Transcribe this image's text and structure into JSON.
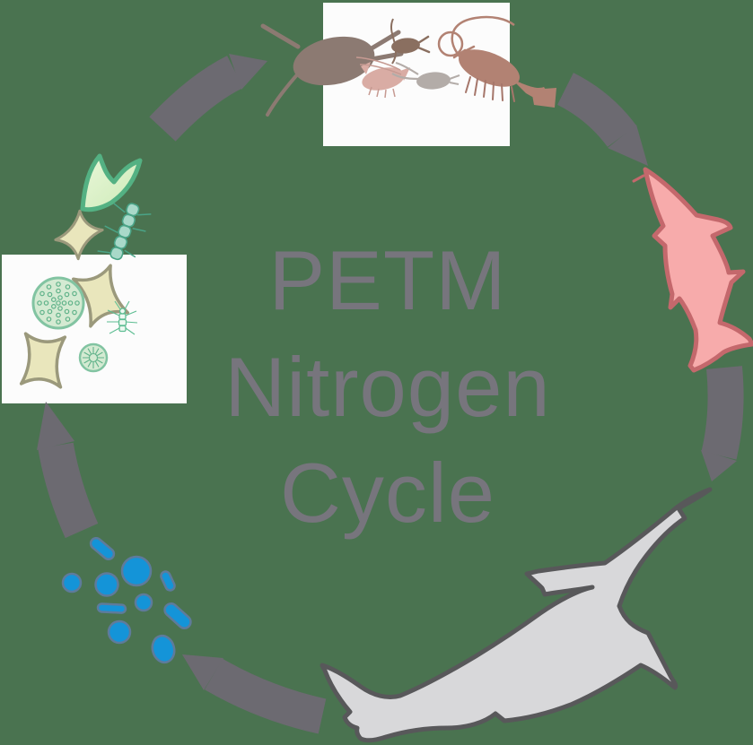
{
  "figure": {
    "type": "cycle-diagram",
    "title": {
      "lines": [
        "PETM",
        "Nitrogen",
        "Cycle"
      ]
    },
    "flow_direction": "clockwise",
    "stages": [
      {
        "id": "phytoplankton",
        "icon": "phytoplankton-diatoms-icon",
        "position": "left"
      },
      {
        "id": "zooplankton",
        "icon": "zooplankton-crustaceans-icon",
        "position": "top"
      },
      {
        "id": "fish",
        "icon": "fish-icon",
        "position": "right"
      },
      {
        "id": "shark",
        "icon": "shark-icon",
        "position": "bottom-right"
      },
      {
        "id": "bacteria",
        "icon": "bacteria-icon",
        "position": "bottom-left"
      }
    ]
  },
  "colors": {
    "background": "#4a7350",
    "arc": "#6c6a71",
    "panel": "#fcfcfc",
    "title_text": "#77757d",
    "fish_fill": "#f7abab",
    "fish_outline": "#c4686c",
    "shark_fill": "#d8d8da",
    "shark_outline": "#58585a",
    "bacteria_fill": "#1494d8",
    "bacteria_outline": "#5e7b9b",
    "phyto_outline": "#54b183",
    "phyto_fill": "#d9efc6",
    "chain_fill": "#a9d9c9",
    "chain_outline": "#4aa487",
    "diatom_fill": "#e9e6bc",
    "diatom_outline": "#9b997c",
    "disc_fill": "#d4ead2",
    "disc_outline": "#82c4a2",
    "pattern_green": "#5fb289",
    "critter_green": "#5dbd92",
    "copepod_brown": "#8c7a72",
    "krill_brown": "#b28273",
    "krill_leg": "#a5766a",
    "shrimp_pink": "#d9aca4",
    "shrimp_detail": "#c69a92",
    "copepod_gray": "#b3aca8",
    "small_copepod_brown": "#8a6f60"
  }
}
